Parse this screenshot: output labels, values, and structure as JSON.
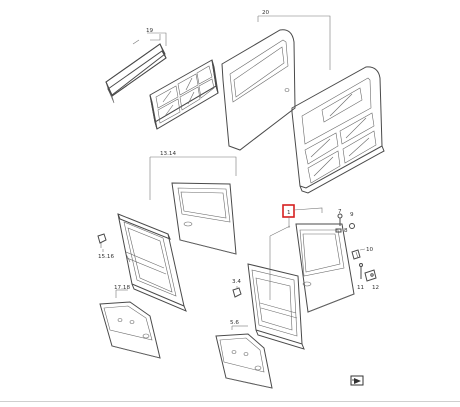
{
  "diagram": {
    "callouts": [
      {
        "id": "c19",
        "text": "19"
      },
      {
        "id": "c20",
        "text": "20"
      },
      {
        "id": "c1314",
        "text": "13.14"
      },
      {
        "id": "c1",
        "text": "1"
      },
      {
        "id": "c7",
        "text": "7"
      },
      {
        "id": "c8",
        "text": "8"
      },
      {
        "id": "c9",
        "text": "9"
      },
      {
        "id": "c10",
        "text": "10"
      },
      {
        "id": "c11",
        "text": "11"
      },
      {
        "id": "c12",
        "text": "12"
      },
      {
        "id": "c1516",
        "text": "15.16"
      },
      {
        "id": "c1718",
        "text": "17.18"
      },
      {
        "id": "c34",
        "text": "3.4"
      },
      {
        "id": "c56",
        "text": "5.6"
      }
    ],
    "selected_callout": "1",
    "highlight_color": "#d62020",
    "line_color": "#4a4a4a",
    "nav_icon": "arrow-icon"
  }
}
